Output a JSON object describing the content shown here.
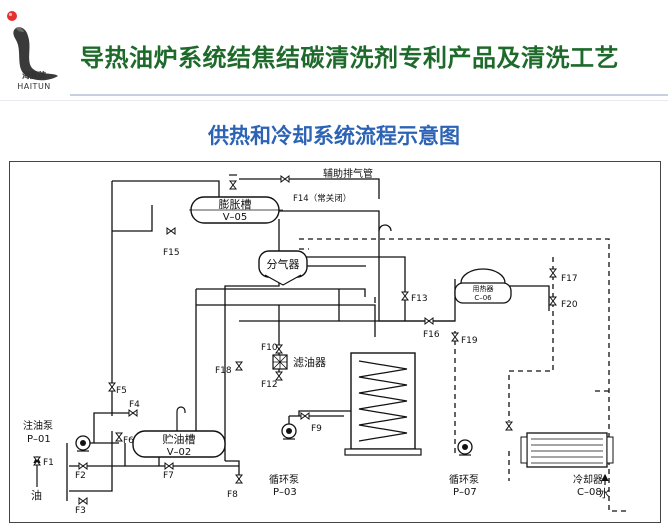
{
  "header": {
    "logo_text": "海豚牌",
    "logo_sub": "HAITUN",
    "title": "导热油炉系统结焦结碳清洗剂专利产品及清洗工艺"
  },
  "subtitle": "供热和冷却系统流程示意图",
  "diagram": {
    "aux_vent": "辅助排气管",
    "f14_note": "F14（常关闭）",
    "expansion_tank": {
      "name": "膨胀槽",
      "code": "V–05"
    },
    "separator": "分气器",
    "filter": "滤油器",
    "storage_tank": {
      "name": "贮油槽",
      "code": "V–02"
    },
    "injection_pump": {
      "name": "注油泵",
      "code": "P–01"
    },
    "circ_pump_3": {
      "name": "循环泵",
      "code": "P–03"
    },
    "circ_pump_7": {
      "name": "循环泵",
      "code": "P–07"
    },
    "consumer": {
      "name": "用热器",
      "code": "C–06"
    },
    "cooler": {
      "name": "冷却器",
      "code": "C–08"
    },
    "oil": "油",
    "water": "水",
    "valves": [
      "F1",
      "F2",
      "F3",
      "F4",
      "F5",
      "F6",
      "F7",
      "F8",
      "F9",
      "F10",
      "F12",
      "F13",
      "F15",
      "F16",
      "F17",
      "F18",
      "F19",
      "F20"
    ]
  }
}
